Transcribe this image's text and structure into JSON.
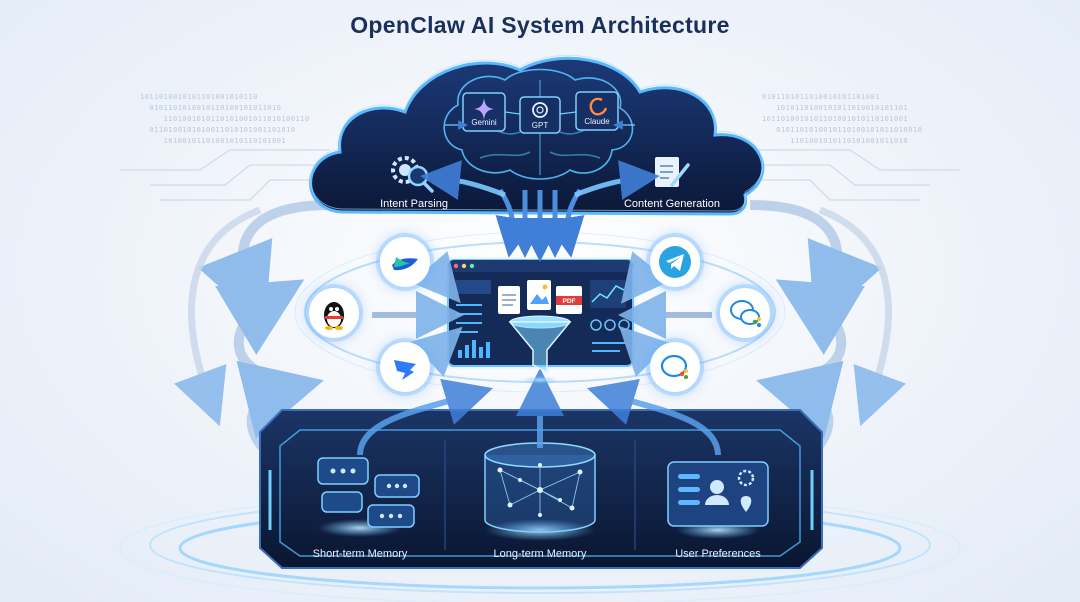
{
  "title": "OpenClaw AI System Architecture",
  "cloud": {
    "models": [
      {
        "label": "Gemini",
        "icon": "gemini-sparkle-icon"
      },
      {
        "label": "GPT",
        "icon": "openai-knot-icon"
      },
      {
        "label": "Claude",
        "icon": "claude-swirl-icon"
      }
    ],
    "left_module": {
      "label": "Intent Parsing",
      "icon": "gear-magnifier-icon"
    },
    "right_module": {
      "label": "Content Generation",
      "icon": "document-pen-icon"
    }
  },
  "dashboard": {
    "file_badges": [
      "PDF"
    ]
  },
  "apps_left": [
    {
      "name": "lark-bird-icon"
    },
    {
      "name": "qq-penguin-icon"
    },
    {
      "name": "dingtalk-icon"
    }
  ],
  "apps_right": [
    {
      "name": "telegram-icon"
    },
    {
      "name": "wechat-icon"
    },
    {
      "name": "wecom-icon"
    }
  ],
  "memory": [
    {
      "label": "Short-term Memory",
      "icon": "chat-bubbles-icon"
    },
    {
      "label": "Long-term Memory",
      "icon": "neural-cylinder-icon"
    },
    {
      "label": "User Preferences",
      "icon": "user-settings-icon"
    }
  ],
  "colors": {
    "title": "#1b2f5c",
    "cloud_dark": "#0f1f45",
    "glow": "#4fb6ff",
    "panel": "#12254f"
  }
}
